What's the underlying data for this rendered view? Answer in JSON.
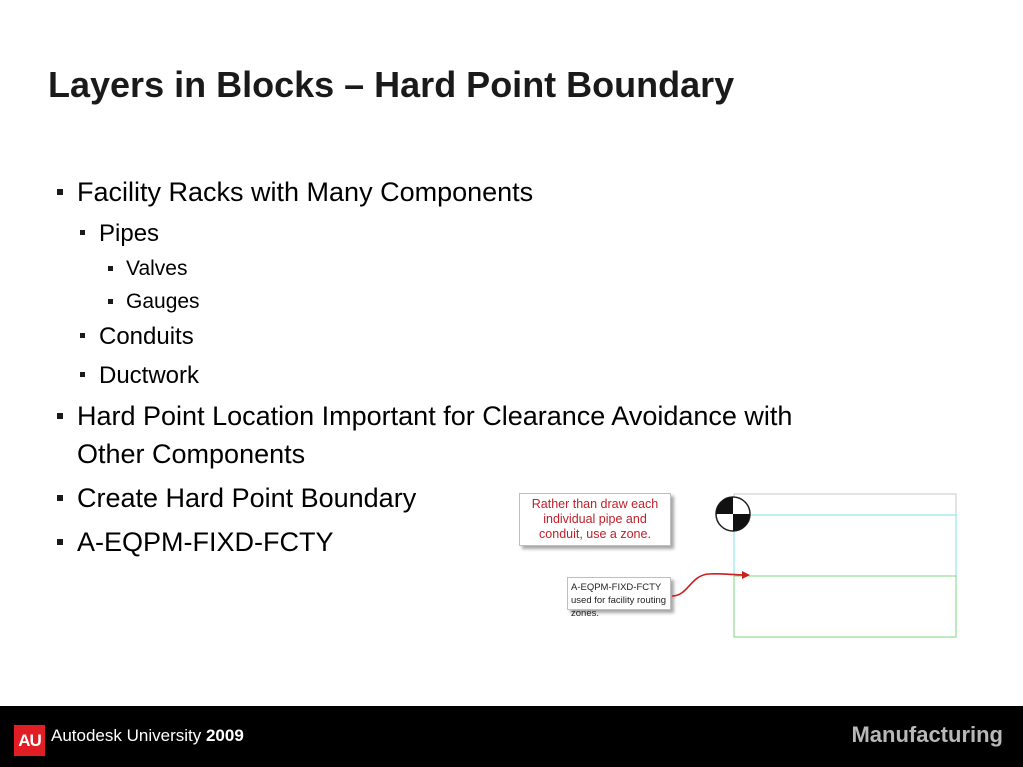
{
  "slide": {
    "title": "Layers in Blocks – Hard Point Boundary"
  },
  "bullets": [
    {
      "level": 1,
      "text": "Facility Racks with Many Components"
    },
    {
      "level": 2,
      "text": "Pipes"
    },
    {
      "level": 3,
      "text": "Valves"
    },
    {
      "level": 3,
      "text": "Gauges"
    },
    {
      "level": 2,
      "text": "Conduits"
    },
    {
      "level": 2,
      "text": "Ductwork"
    },
    {
      "level": 1,
      "text": "Hard Point Location Important for Clearance Avoidance with"
    },
    {
      "level": 1,
      "text": "Other Components"
    },
    {
      "level": 1,
      "text": "Create Hard Point Boundary"
    },
    {
      "level": 1,
      "text": "A-EQPM-FIXD-FCTY"
    }
  ],
  "callouts": {
    "zone_note": "Rather than draw each individual pipe and conduit, use a zone.",
    "layer_note": "A-EQPM-FIXD-FCTY used for facility routing zones."
  },
  "footer": {
    "logo_text": "AU",
    "brand_name": "Autodesk University",
    "brand_year": "2009",
    "track": "Manufacturing"
  },
  "colors": {
    "callout_red_text": "#c0202a",
    "arrow": "#cc1f1f",
    "zone_cyan": "#7fe0e8",
    "zone_green": "#7fd67f",
    "logo_red": "#e01e24"
  }
}
